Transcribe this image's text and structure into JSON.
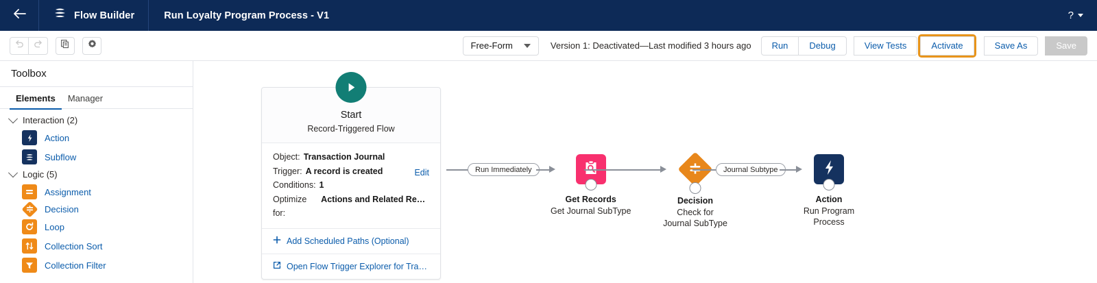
{
  "header": {
    "back_icon": "arrow-left-icon",
    "brand_icon": "flow-builder-logo",
    "brand": "Flow Builder",
    "title": "Run Loyalty Program Process - V1",
    "help_label": "?"
  },
  "toolbar": {
    "undo_icon": "undo-icon",
    "redo_icon": "redo-icon",
    "copy_icon": "copy-icon",
    "settings_icon": "gear-icon",
    "mode": "Free-Form",
    "version_status": "Version 1: Deactivated—Last modified 3 hours ago",
    "run_label": "Run",
    "debug_label": "Debug",
    "view_tests_label": "View Tests",
    "activate_label": "Activate",
    "save_as_label": "Save As",
    "save_label": "Save",
    "highlight_color": "#e8941a",
    "link_color": "#0b5cab"
  },
  "sidebar": {
    "title": "Toolbox",
    "tabs": [
      {
        "label": "Elements",
        "active": true
      },
      {
        "label": "Manager",
        "active": false
      }
    ],
    "groups": [
      {
        "label": "Interaction (2)",
        "items": [
          {
            "label": "Action",
            "icon": "action-bolt-icon",
            "style": "navy"
          },
          {
            "label": "Subflow",
            "icon": "subflow-icon",
            "style": "navy"
          }
        ]
      },
      {
        "label": "Logic (5)",
        "items": [
          {
            "label": "Assignment",
            "icon": "assignment-icon",
            "style": "orange"
          },
          {
            "label": "Decision",
            "icon": "decision-icon",
            "style": "diamond"
          },
          {
            "label": "Loop",
            "icon": "loop-icon",
            "style": "orange"
          },
          {
            "label": "Collection Sort",
            "icon": "collection-sort-icon",
            "style": "orange"
          },
          {
            "label": "Collection Filter",
            "icon": "collection-filter-icon",
            "style": "orange"
          }
        ]
      }
    ]
  },
  "canvas": {
    "start": {
      "play_icon": "play-icon",
      "title": "Start",
      "subtitle": "Record-Triggered Flow",
      "edit_label": "Edit",
      "rows": [
        {
          "key": "Object:",
          "value": "Transaction Journal"
        },
        {
          "key": "Trigger:",
          "value": "A record is created"
        },
        {
          "key": "Conditions:",
          "value": "1"
        },
        {
          "key": "Optimize for:",
          "value": "Actions and Related Recor…"
        }
      ],
      "add_paths_label": "Add Scheduled Paths (Optional)",
      "add_paths_icon": "plus-icon",
      "trigger_explorer_label": "Open Flow Trigger Explorer for Transa…",
      "trigger_explorer_icon": "external-link-icon"
    },
    "connector_labels": [
      "Run Immediately",
      "Journal Subtype"
    ],
    "nodes": [
      {
        "name": "Get Records",
        "desc": "Get Journal SubType",
        "icon": "get-records-icon",
        "color": "#f8306e"
      },
      {
        "name": "Decision",
        "desc": "Check for Journal SubType",
        "icon": "decision-icon",
        "color": "#e8871b"
      },
      {
        "name": "Action",
        "desc": "Run Program Process",
        "icon": "action-bolt-icon",
        "color": "#15325f"
      }
    ]
  }
}
